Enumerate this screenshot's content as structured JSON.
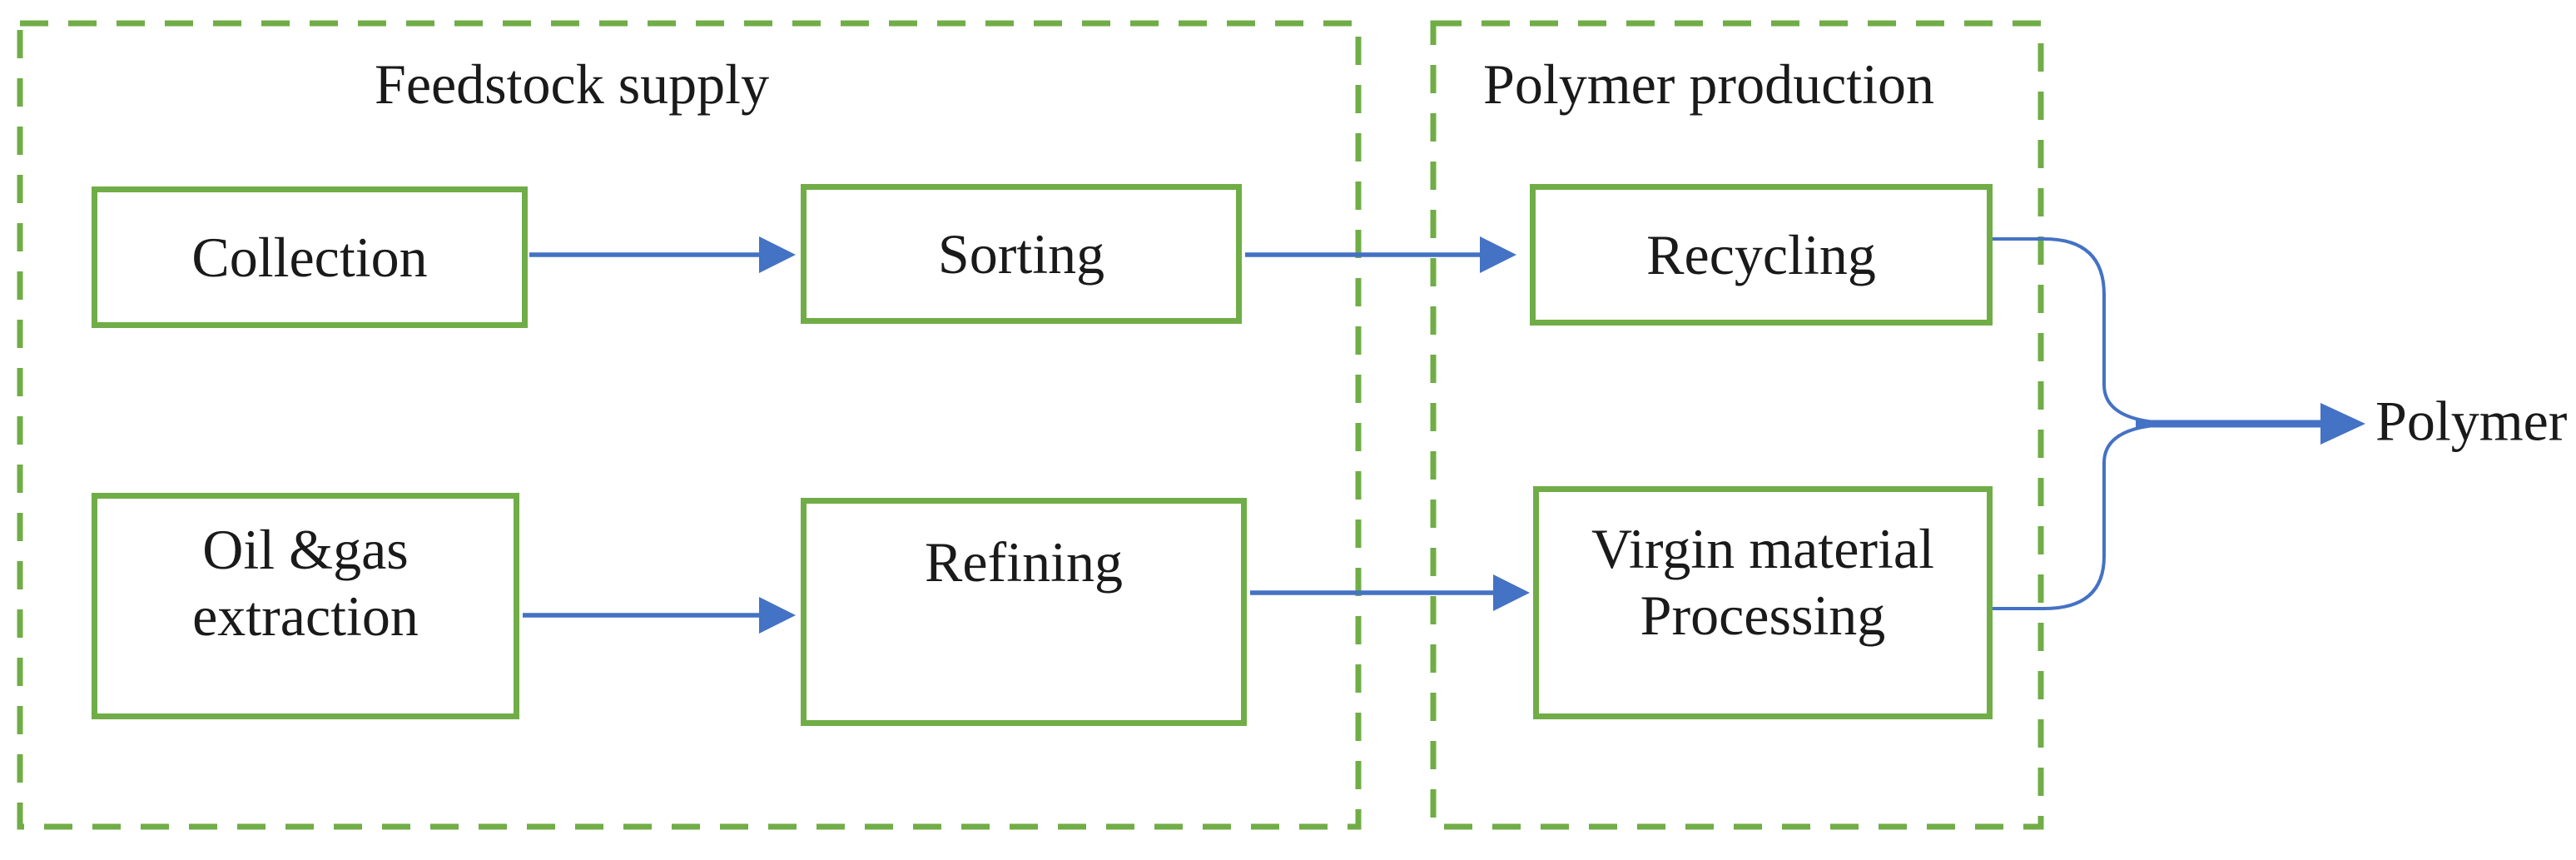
{
  "groups": [
    {
      "title": "Feedstock supply"
    },
    {
      "title": "Polymer production"
    }
  ],
  "boxes": {
    "collection": "Collection",
    "sorting": "Sorting",
    "recycling": "Recycling",
    "oil_gas": "Oil &gas\nextraction",
    "refining": "Refining",
    "virgin": "Virgin material\nProcessing"
  },
  "output": {
    "label": "Polymer"
  },
  "colors": {
    "group_dashed_border": "#70AD47",
    "box_border": "#70AD47",
    "arrow": "#4472C4",
    "text": "#1A1A1A",
    "background": "#FFFFFF"
  },
  "connections": [
    {
      "from": "Collection",
      "to": "Sorting"
    },
    {
      "from": "Sorting",
      "to": "Recycling"
    },
    {
      "from": "Oil &gas extraction",
      "to": "Refining"
    },
    {
      "from": "Refining",
      "to": "Virgin material Processing"
    },
    {
      "from": "Recycling",
      "to": "Polymer"
    },
    {
      "from": "Virgin material Processing",
      "to": "Polymer"
    }
  ]
}
